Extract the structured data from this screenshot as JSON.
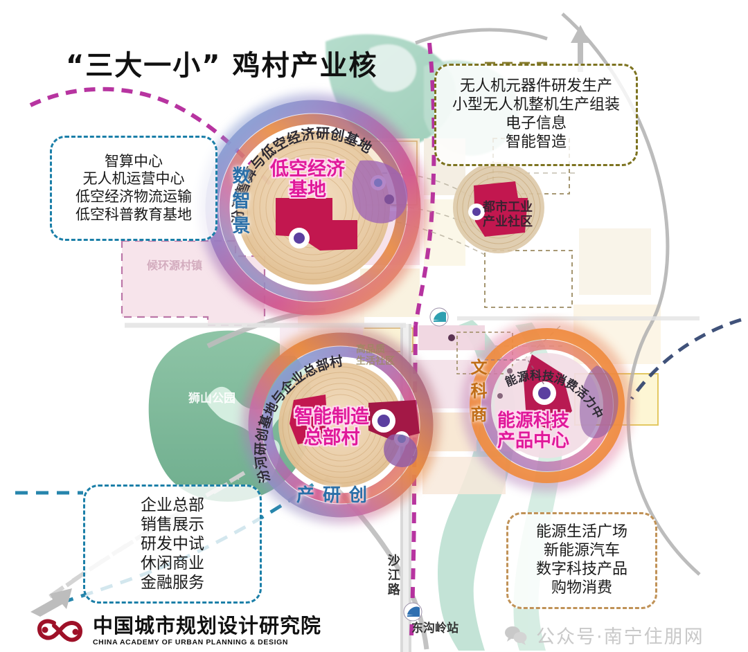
{
  "title": "“三大一小”  鸡村产业核",
  "callouts": {
    "low_altitude": {
      "name": "low-altitude-callout",
      "border_color": "#1b7fa8",
      "lines": [
        "智算中心",
        "无人机运营中心",
        "低空经济物流运输",
        "低空科普教育基地"
      ]
    },
    "drone": {
      "name": "drone-callout",
      "border_color": "#7d7320",
      "lines": [
        "无人机元器件研发生产",
        "小型无人机整机生产组装",
        "电子信息",
        "智能智造"
      ]
    },
    "headquarters": {
      "name": "headquarters-callout",
      "border_color": "#1b7fa8",
      "lines": [
        "企业总部",
        "销售展示",
        "研发中试",
        "休闲商业",
        "金融服务"
      ]
    },
    "energy": {
      "name": "energy-callout",
      "border_color": "#c09257",
      "lines": [
        "能源生活广场",
        "新能源汽车",
        "数字科技产品",
        "购物消费"
      ]
    }
  },
  "cores": {
    "low_altitude": {
      "center_lines": [
        "低空经济",
        "基地"
      ],
      "arc_label": "汾河智算与低空经济研创基地",
      "theme_word": "数智景",
      "label_color": "#e0189a"
    },
    "manufacturing": {
      "center_lines": [
        "智能制造",
        "总部村"
      ],
      "arc_label": "汾河研创基地与企业总部村",
      "theme_word": "产研创",
      "label_color": "#e0189a"
    },
    "energy": {
      "center_lines": [
        "能源科技",
        "产品中心"
      ],
      "arc_label": "能源科技消费活力中心",
      "theme_word": "文科商",
      "label_color": "#e0189a"
    }
  },
  "map_labels": {
    "urban_industry": "都市工业\n产业社区",
    "urban_industry_line1": "都市工业",
    "urban_industry_line2": "产业社区",
    "shishan_park": "狮山公园",
    "high_quality_community_line1": "高品质",
    "high_quality_community_line2": "生活社区",
    "shajiang_road": "沙江路",
    "donggouling_station": "东沟岭站",
    "huanhe_village": "候环源村镇"
  },
  "north_arrow": {
    "name": "north-arrow-icon",
    "color": "#b8b8b8"
  },
  "footer": {
    "logo_cn": "中国城市规划设计研究院",
    "logo_en": "CHINA ACADEMY OF URBAN PLANNING & DESIGN",
    "logo_color": "#9e1128",
    "watermark": "公众号·南宁住朋网",
    "watermark_color": "#c9c9c9"
  },
  "palette": {
    "ring_blue": "#6aa7d8",
    "ring_orange": "#e8883c",
    "ring_purple": "#8e5ba6",
    "ring_pink": "#e06a96",
    "ring_magenta": "#c8185e",
    "core_tan": "#e6c49a",
    "park_green": "#77b391",
    "parcel_pink": "#f3d7e2",
    "parcel_crimson": "#c2174f",
    "dashed_magenta": "#b3299b",
    "dashed_teal": "#1b7fa8",
    "dashed_olive": "#7d7320",
    "dashed_tan": "#c09257"
  }
}
